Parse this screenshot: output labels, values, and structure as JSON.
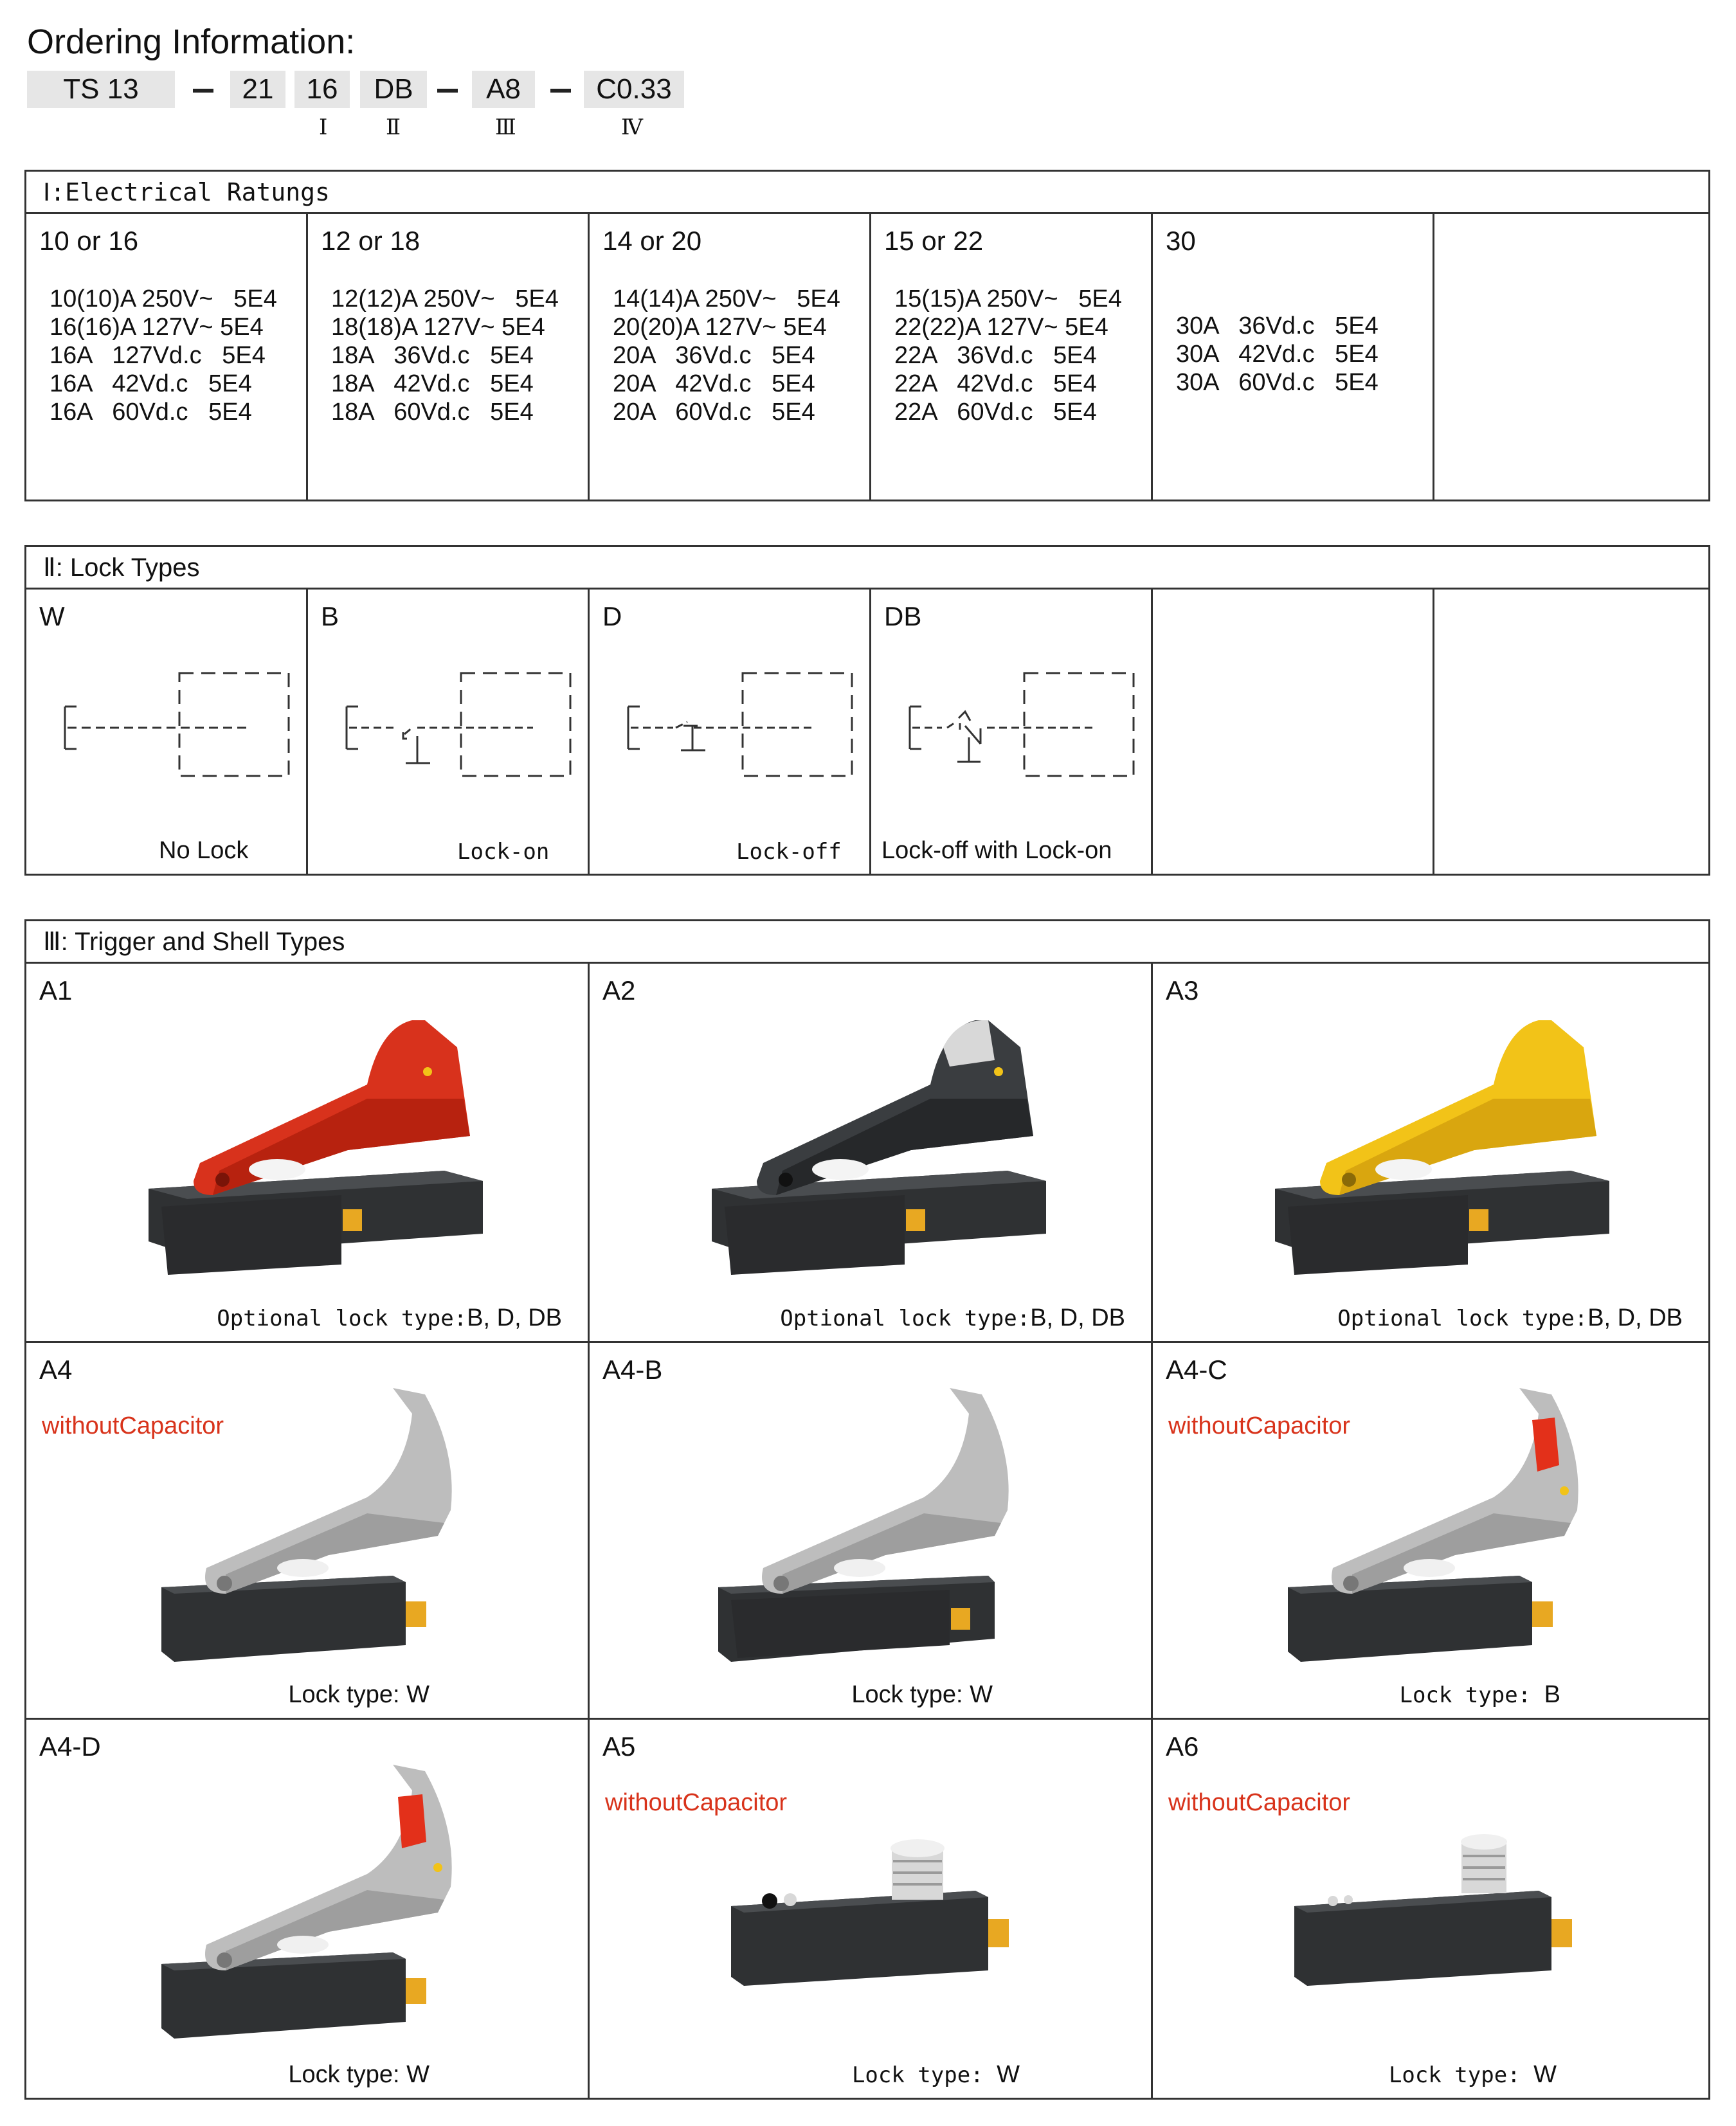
{
  "ordering": {
    "title": "Ordering Information:",
    "codes": [
      "TS 13",
      "21",
      "16",
      "DB",
      "A8",
      "C0.33"
    ],
    "roman": [
      "Ⅰ",
      "Ⅱ",
      "Ⅲ",
      "Ⅳ"
    ]
  },
  "electrical": {
    "title": "Ⅰ:Electrical Ratungs",
    "columns": [
      {
        "title": "10 or 16",
        "lines": "10(10)A 250V~   5E4\n16(16)A 127V~ 5E4\n16A   127Vd.c   5E4\n16A   42Vd.c   5E4\n16A   60Vd.c   5E4"
      },
      {
        "title": "12 or 18",
        "lines": "12(12)A 250V~   5E4\n18(18)A 127V~ 5E4\n18A   36Vd.c   5E4\n18A   42Vd.c   5E4\n18A   60Vd.c   5E4"
      },
      {
        "title": "14 or 20",
        "lines": "14(14)A 250V~   5E4\n20(20)A 127V~ 5E4\n20A   36Vd.c   5E4\n20A   42Vd.c   5E4\n20A   60Vd.c   5E4"
      },
      {
        "title": "15 or 22",
        "lines": "15(15)A 250V~   5E4\n22(22)A 127V~ 5E4\n22A   36Vd.c   5E4\n22A   42Vd.c   5E4\n22A   60Vd.c   5E4"
      },
      {
        "title": "30",
        "lines": "30A   36Vd.c   5E4\n30A   42Vd.c   5E4\n30A   60Vd.c   5E4"
      },
      {
        "title": "",
        "lines": ""
      }
    ]
  },
  "locks": {
    "title": "Ⅱ: Lock Types",
    "items": [
      {
        "code": "W",
        "caption": "No Lock"
      },
      {
        "code": "B",
        "caption": "Lock-on"
      },
      {
        "code": "D",
        "caption": "Lock-off"
      },
      {
        "code": "DB",
        "caption": "Lock-off with Lock-on"
      },
      {
        "code": "",
        "caption": ""
      },
      {
        "code": "",
        "caption": ""
      }
    ]
  },
  "triggers": {
    "title": "Ⅲ: Trigger and Shell Types",
    "caption_prefix_optional": "Optional lock type:",
    "caption_prefix_lock": "Lock type: ",
    "note": "withoutCapacitor",
    "items": [
      {
        "code": "A1",
        "caption_value": "B, D, DB",
        "color": "#d8321c"
      },
      {
        "code": "A2",
        "caption_value": "B, D, DB",
        "color": "#3a3d40"
      },
      {
        "code": "A3",
        "caption_value": "B, D, DB",
        "color": "#f2c318"
      },
      {
        "code": "A4",
        "caption_value": "W",
        "color": "#bdbdbd"
      },
      {
        "code": "A4-B",
        "caption_value": "W",
        "color": "#bdbdbd"
      },
      {
        "code": "A4-C",
        "caption_value": "B",
        "color": "#bdbdbd"
      },
      {
        "code": "A4-D",
        "caption_value": "W",
        "color": "#bdbdbd"
      },
      {
        "code": "A5",
        "caption_value": "W"
      },
      {
        "code": "A6",
        "caption_value": "W"
      }
    ]
  }
}
